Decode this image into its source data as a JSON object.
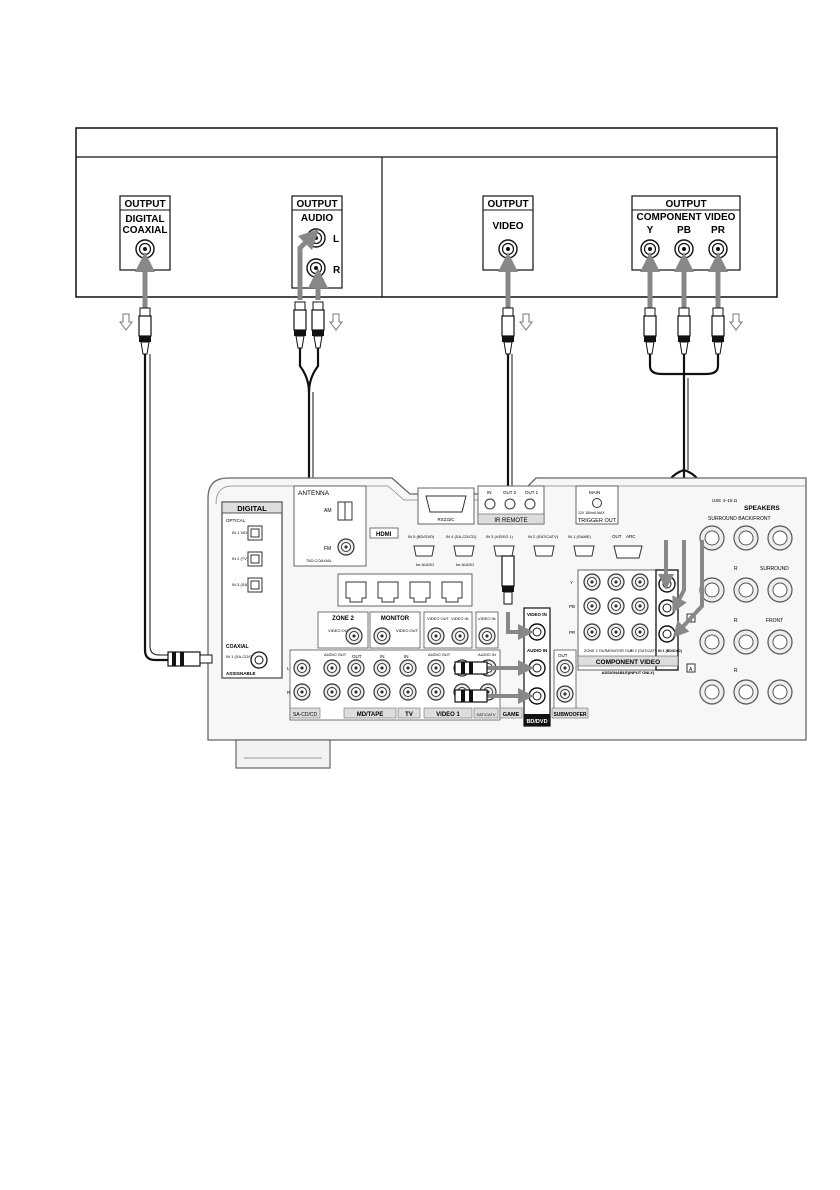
{
  "source_device": {
    "title": "",
    "left_section": "",
    "right_section": "",
    "ports": {
      "digital_coaxial": {
        "header": "OUTPUT",
        "line1": "DIGITAL",
        "line2": "COAXIAL"
      },
      "audio": {
        "header": "OUTPUT",
        "label": "AUDIO",
        "left": "L",
        "right": "R"
      },
      "video": {
        "header": "OUTPUT",
        "label": "VIDEO"
      },
      "component": {
        "header": "OUTPUT",
        "label": "COMPONENT VIDEO",
        "y": "Y",
        "pb": "PB",
        "pr": "PR"
      }
    }
  },
  "receiver": {
    "digital": {
      "title": "DIGITAL",
      "optical": "OPTICAL",
      "in1": "IN 1 VIDEO 1",
      "in2": "IN 2 (TV)",
      "in3": "IN 3 (SAT)",
      "coaxial": "COAXIAL",
      "coax_in": "IN 1 (SA-CD/CD)",
      "assignable": "ASSIGNABLE"
    },
    "antenna": {
      "title": "ANTENNA",
      "am": "AM",
      "fm": "FM",
      "fm_sub": "75Ω COAXIAL"
    },
    "hdmi": {
      "title": "HDMI",
      "in5": "IN 5 (BD/DVD)",
      "in4": "IN 4 (SA-CD/CD)",
      "in3": "IN 3 (VIDEO 1)",
      "in2": "IN 2 (SAT/CATV)",
      "in1": "IN 1 (GAME)",
      "out": "OUT",
      "arc": "ARC",
      "for_audio": "for AUDIO"
    },
    "rs232c": "RS232C",
    "ir_remote": {
      "title": "IR REMOTE",
      "in": "IN",
      "out2": "OUT 2",
      "out1": "OUT 1"
    },
    "trigger_out": {
      "title": "TRIGGER OUT",
      "main": "MAIN",
      "spec": "12V 150mA MAX"
    },
    "speakers": {
      "title": "SPEAKERS",
      "impedance": "USE 4–16 Ω",
      "surround_back": "SURROUND BACK/FRONT",
      "surround": "SURROUND",
      "front": "FRONT",
      "r": "R",
      "l": "L",
      "b": "B",
      "a": "A"
    },
    "zones": {
      "zone2": "ZONE 2",
      "monitor": "MONITOR",
      "video_out": "VIDEO OUT",
      "video_in": "VIDEO IN",
      "audio_out": "AUDIO OUT",
      "audio_in": "AUDIO IN",
      "out": "OUT",
      "in": "IN"
    },
    "bd": {
      "video_in": "VIDEO IN",
      "audio_in": "AUDIO IN"
    },
    "component": {
      "title": "COMPONENT VIDEO",
      "sub": "ASSIGNABLE(INPUT ONLY)",
      "in1": "IN 1 (BD/DVD)",
      "zone2out": "ZONE 2 OUT",
      "monitor_out": "MONITOR OUT",
      "in2": "IN 2 (SAT/CATV)",
      "y": "Y",
      "pb": "PB",
      "pr": "PR"
    },
    "bottom_labels": {
      "sacd": "SA-CD/CD",
      "mdtape": "MD/TAPE",
      "tv": "TV",
      "video1": "VIDEO 1",
      "satcatv": "SAT/CATV",
      "game": "GAME",
      "bddvd": "BD/DVD",
      "subwoofer": "SUBWOOFER"
    }
  }
}
